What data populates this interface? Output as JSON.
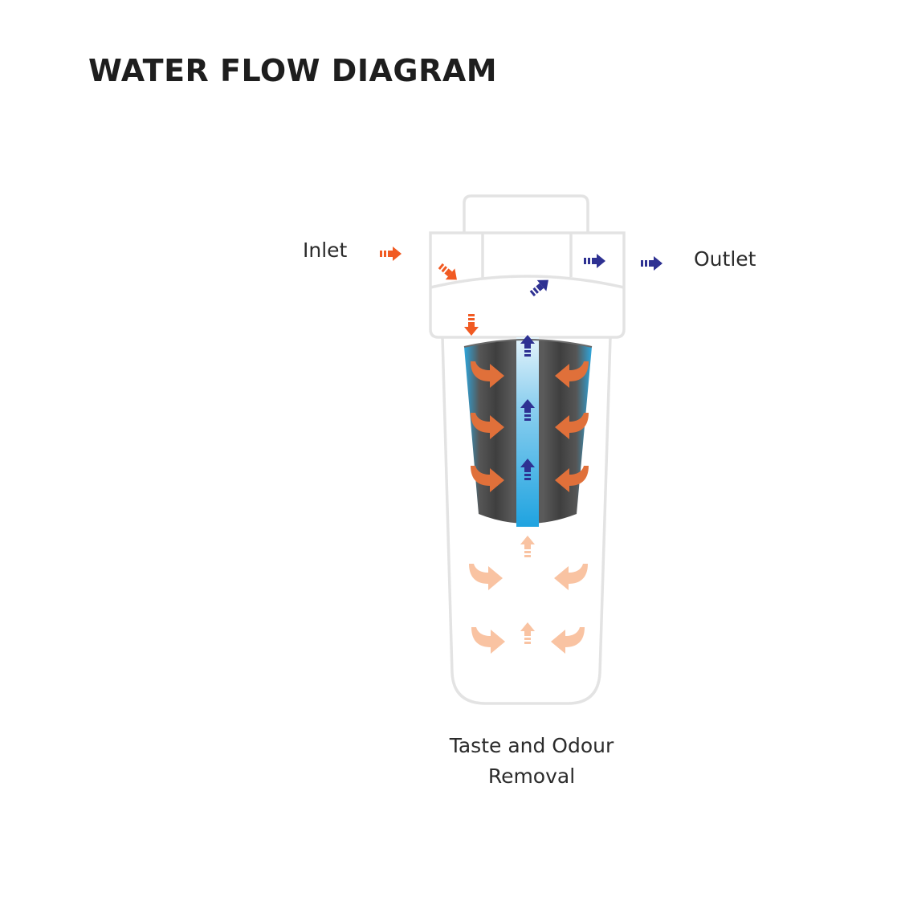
{
  "diagram": {
    "title": "WATER FLOW DIAGRAM",
    "inlet_label": "Inlet",
    "outlet_label": "Outlet",
    "caption_line1": "Taste and Odour",
    "caption_line2": "Removal"
  },
  "colors": {
    "inlet_flow": "#f15a22",
    "outlet_flow": "#2e3192",
    "raw_water_arrows": "#e0703a",
    "prefilter_arrows": "#f9c3a2",
    "housing_outline": "#e3e3e3",
    "cartridge_carbon": "#4a4a4a",
    "cartridge_water": "#29aae2"
  }
}
